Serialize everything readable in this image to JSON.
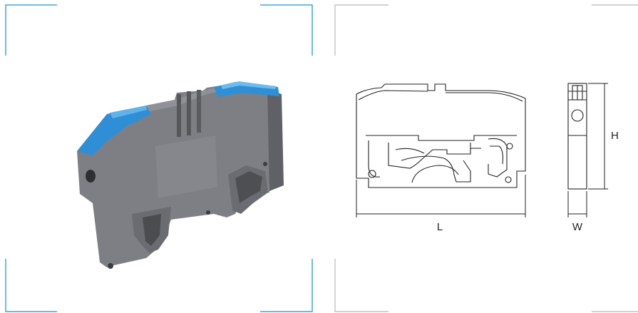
{
  "colors": {
    "photo_frame": "#3aa6e0",
    "drawing_frame": "#b8b8b8",
    "housing": "#7d7f84",
    "lever": "#2f8fd6",
    "line": "#222222"
  },
  "icons": {
    "product": "terminal-block-photo",
    "front_view": "terminal-block-outline-front",
    "side_view": "terminal-block-outline-side"
  },
  "dimensions": {
    "length_label": "L",
    "height_label": "H",
    "width_label": "W"
  }
}
